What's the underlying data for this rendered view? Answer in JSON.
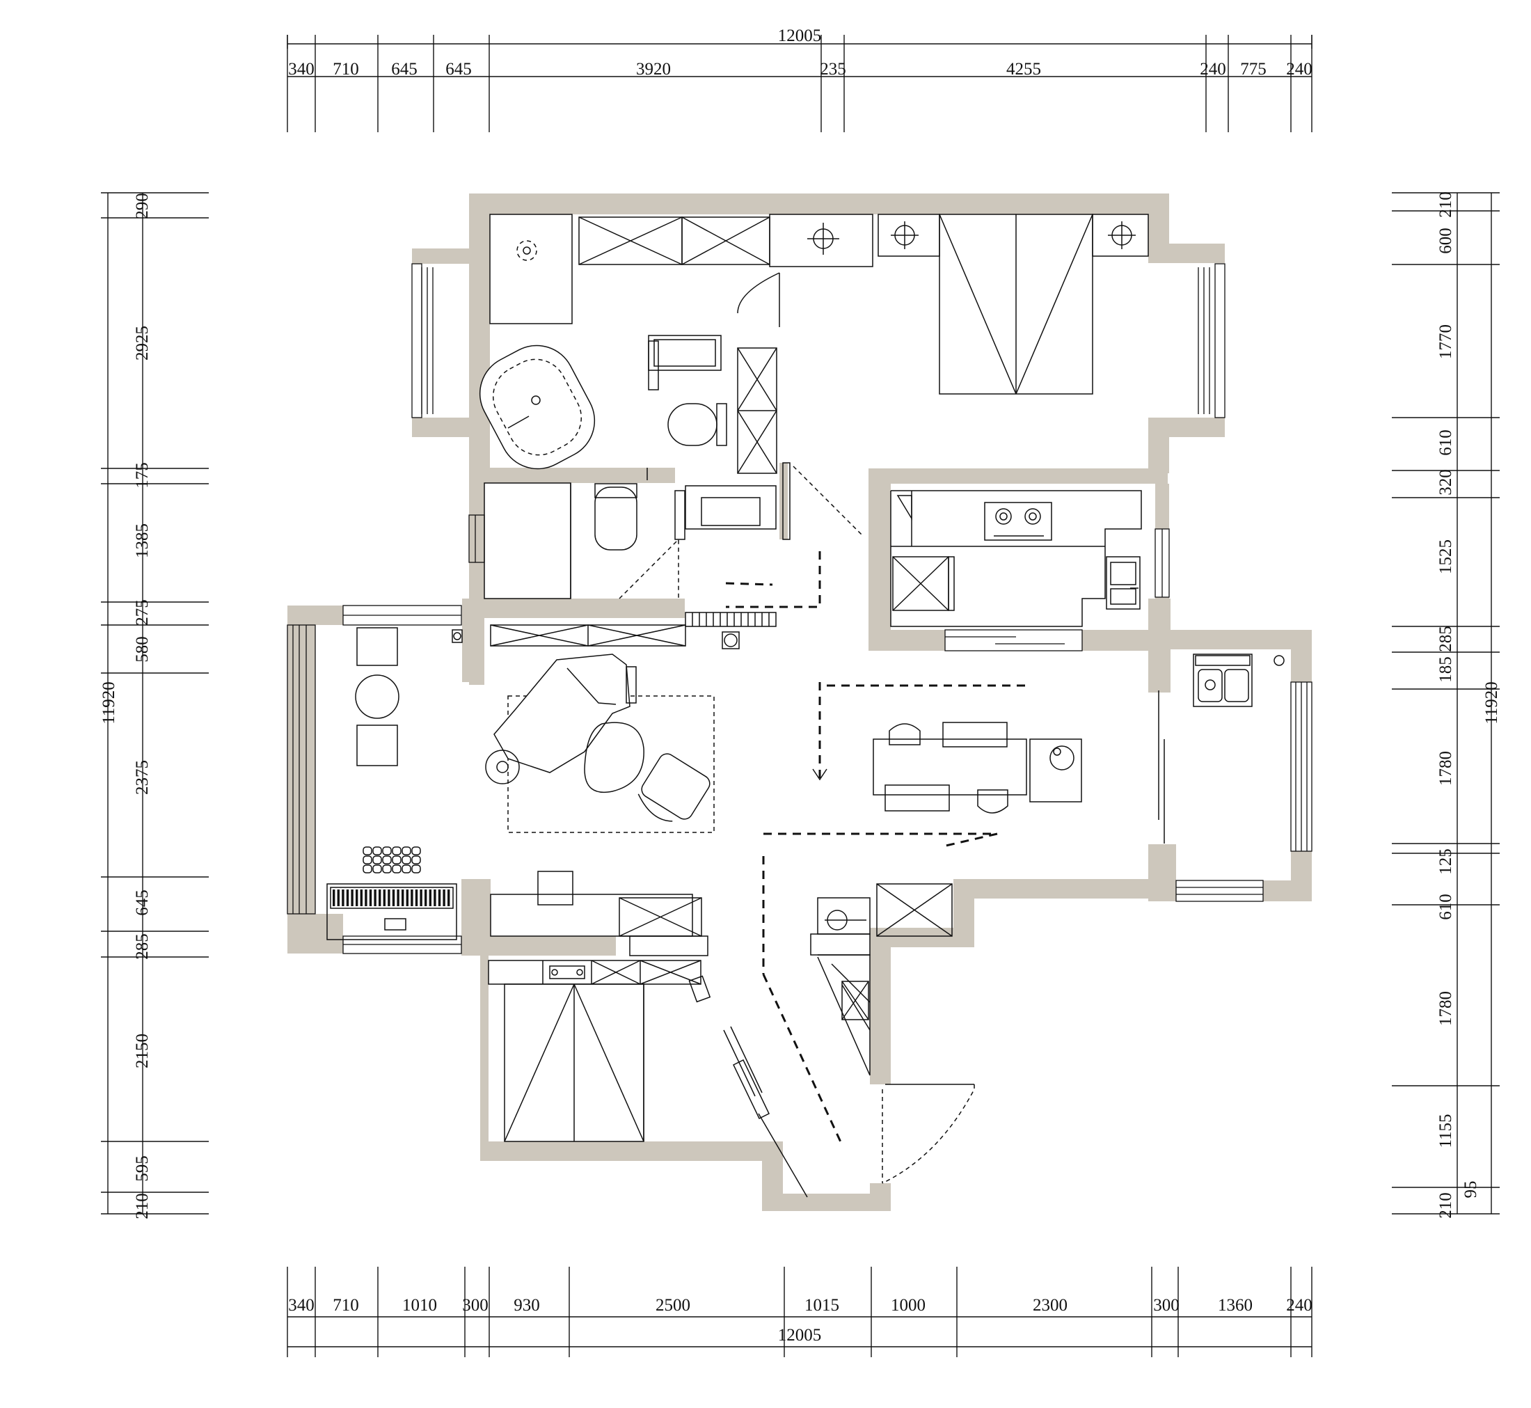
{
  "drawing": {
    "top_total": "12005",
    "top_segments": [
      "340",
      "710",
      "645",
      "645",
      "3920",
      "235",
      "4255",
      "240",
      "775",
      "240"
    ],
    "bottom_total": "12005",
    "bottom_segments": [
      "340",
      "710",
      "1010",
      "300",
      "930",
      "2500",
      "1015",
      "1000",
      "2300",
      "300",
      "1360",
      "240"
    ],
    "left_total": "11920",
    "left_segments": [
      "290",
      "2925",
      "175",
      "1385",
      "275",
      "580",
      "2375",
      "645",
      "285",
      "2150",
      "595",
      "210"
    ],
    "right_total": "11920",
    "right_segments": [
      "210",
      "600",
      "1770",
      "610",
      "320",
      "1525",
      "285",
      "185",
      "1780",
      "125",
      "610",
      "1780",
      "1155",
      "210",
      "95"
    ]
  },
  "colors": {
    "wall_fill": "#cdc7bc",
    "line": "#111111",
    "background": "#ffffff"
  }
}
